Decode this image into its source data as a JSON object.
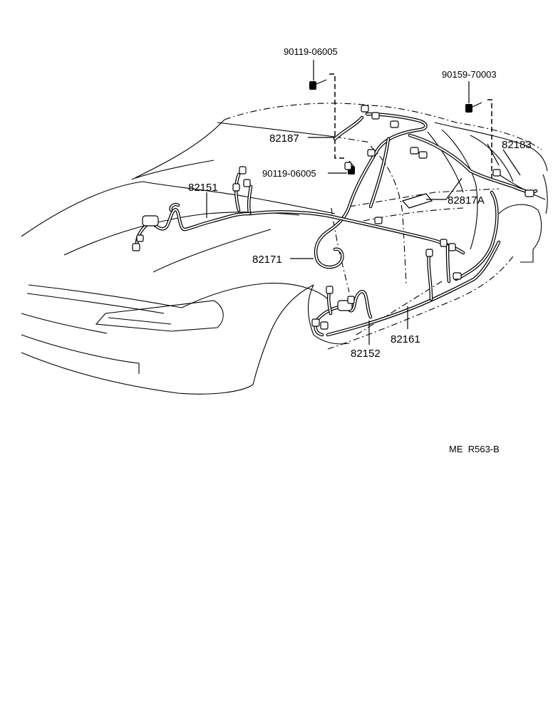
{
  "diagram": {
    "labels": {
      "p_90119_06005_top": "90119-06005",
      "p_90159_70003": "90159-70003",
      "p_82187": "82187",
      "p_82183": "82183",
      "p_90119_06005_mid": "90119-06005",
      "p_82151": "82151",
      "p_82817A": "82817A",
      "p_82171": "82171",
      "p_82161": "82161",
      "p_82152": "82152"
    },
    "code": "ME  R563-B"
  }
}
